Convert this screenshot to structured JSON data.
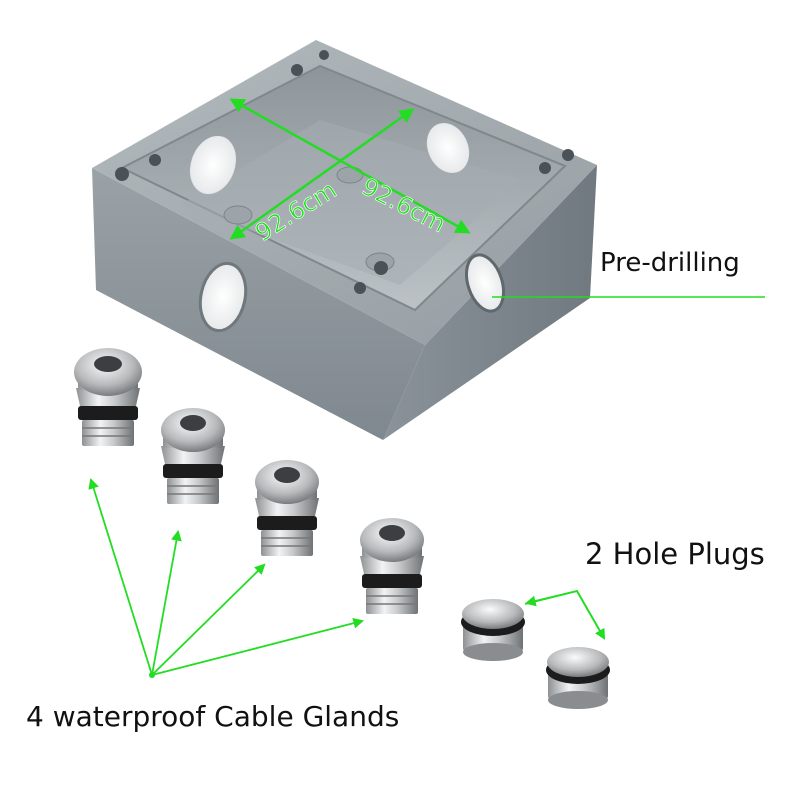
{
  "labels": {
    "pre_drilling": "Pre-drilling",
    "hole_plugs": "2 Hole Plugs",
    "cable_glands": "4 waterproof Cable Glands"
  },
  "dimensions": {
    "width_label": "92.6cm",
    "depth_label": "92.6cm"
  },
  "colors": {
    "background": "#ffffff",
    "box_top": "#a4acb1",
    "box_front": "#8d969c",
    "box_right": "#7b858b",
    "box_inner": "#b6bcc0",
    "accent_green": "#22dd22",
    "metal": "#c4c6c8",
    "seal_black": "#1c1c1c"
  },
  "icons": [
    "enclosure-box",
    "cable-gland",
    "hole-plug",
    "arrow"
  ]
}
